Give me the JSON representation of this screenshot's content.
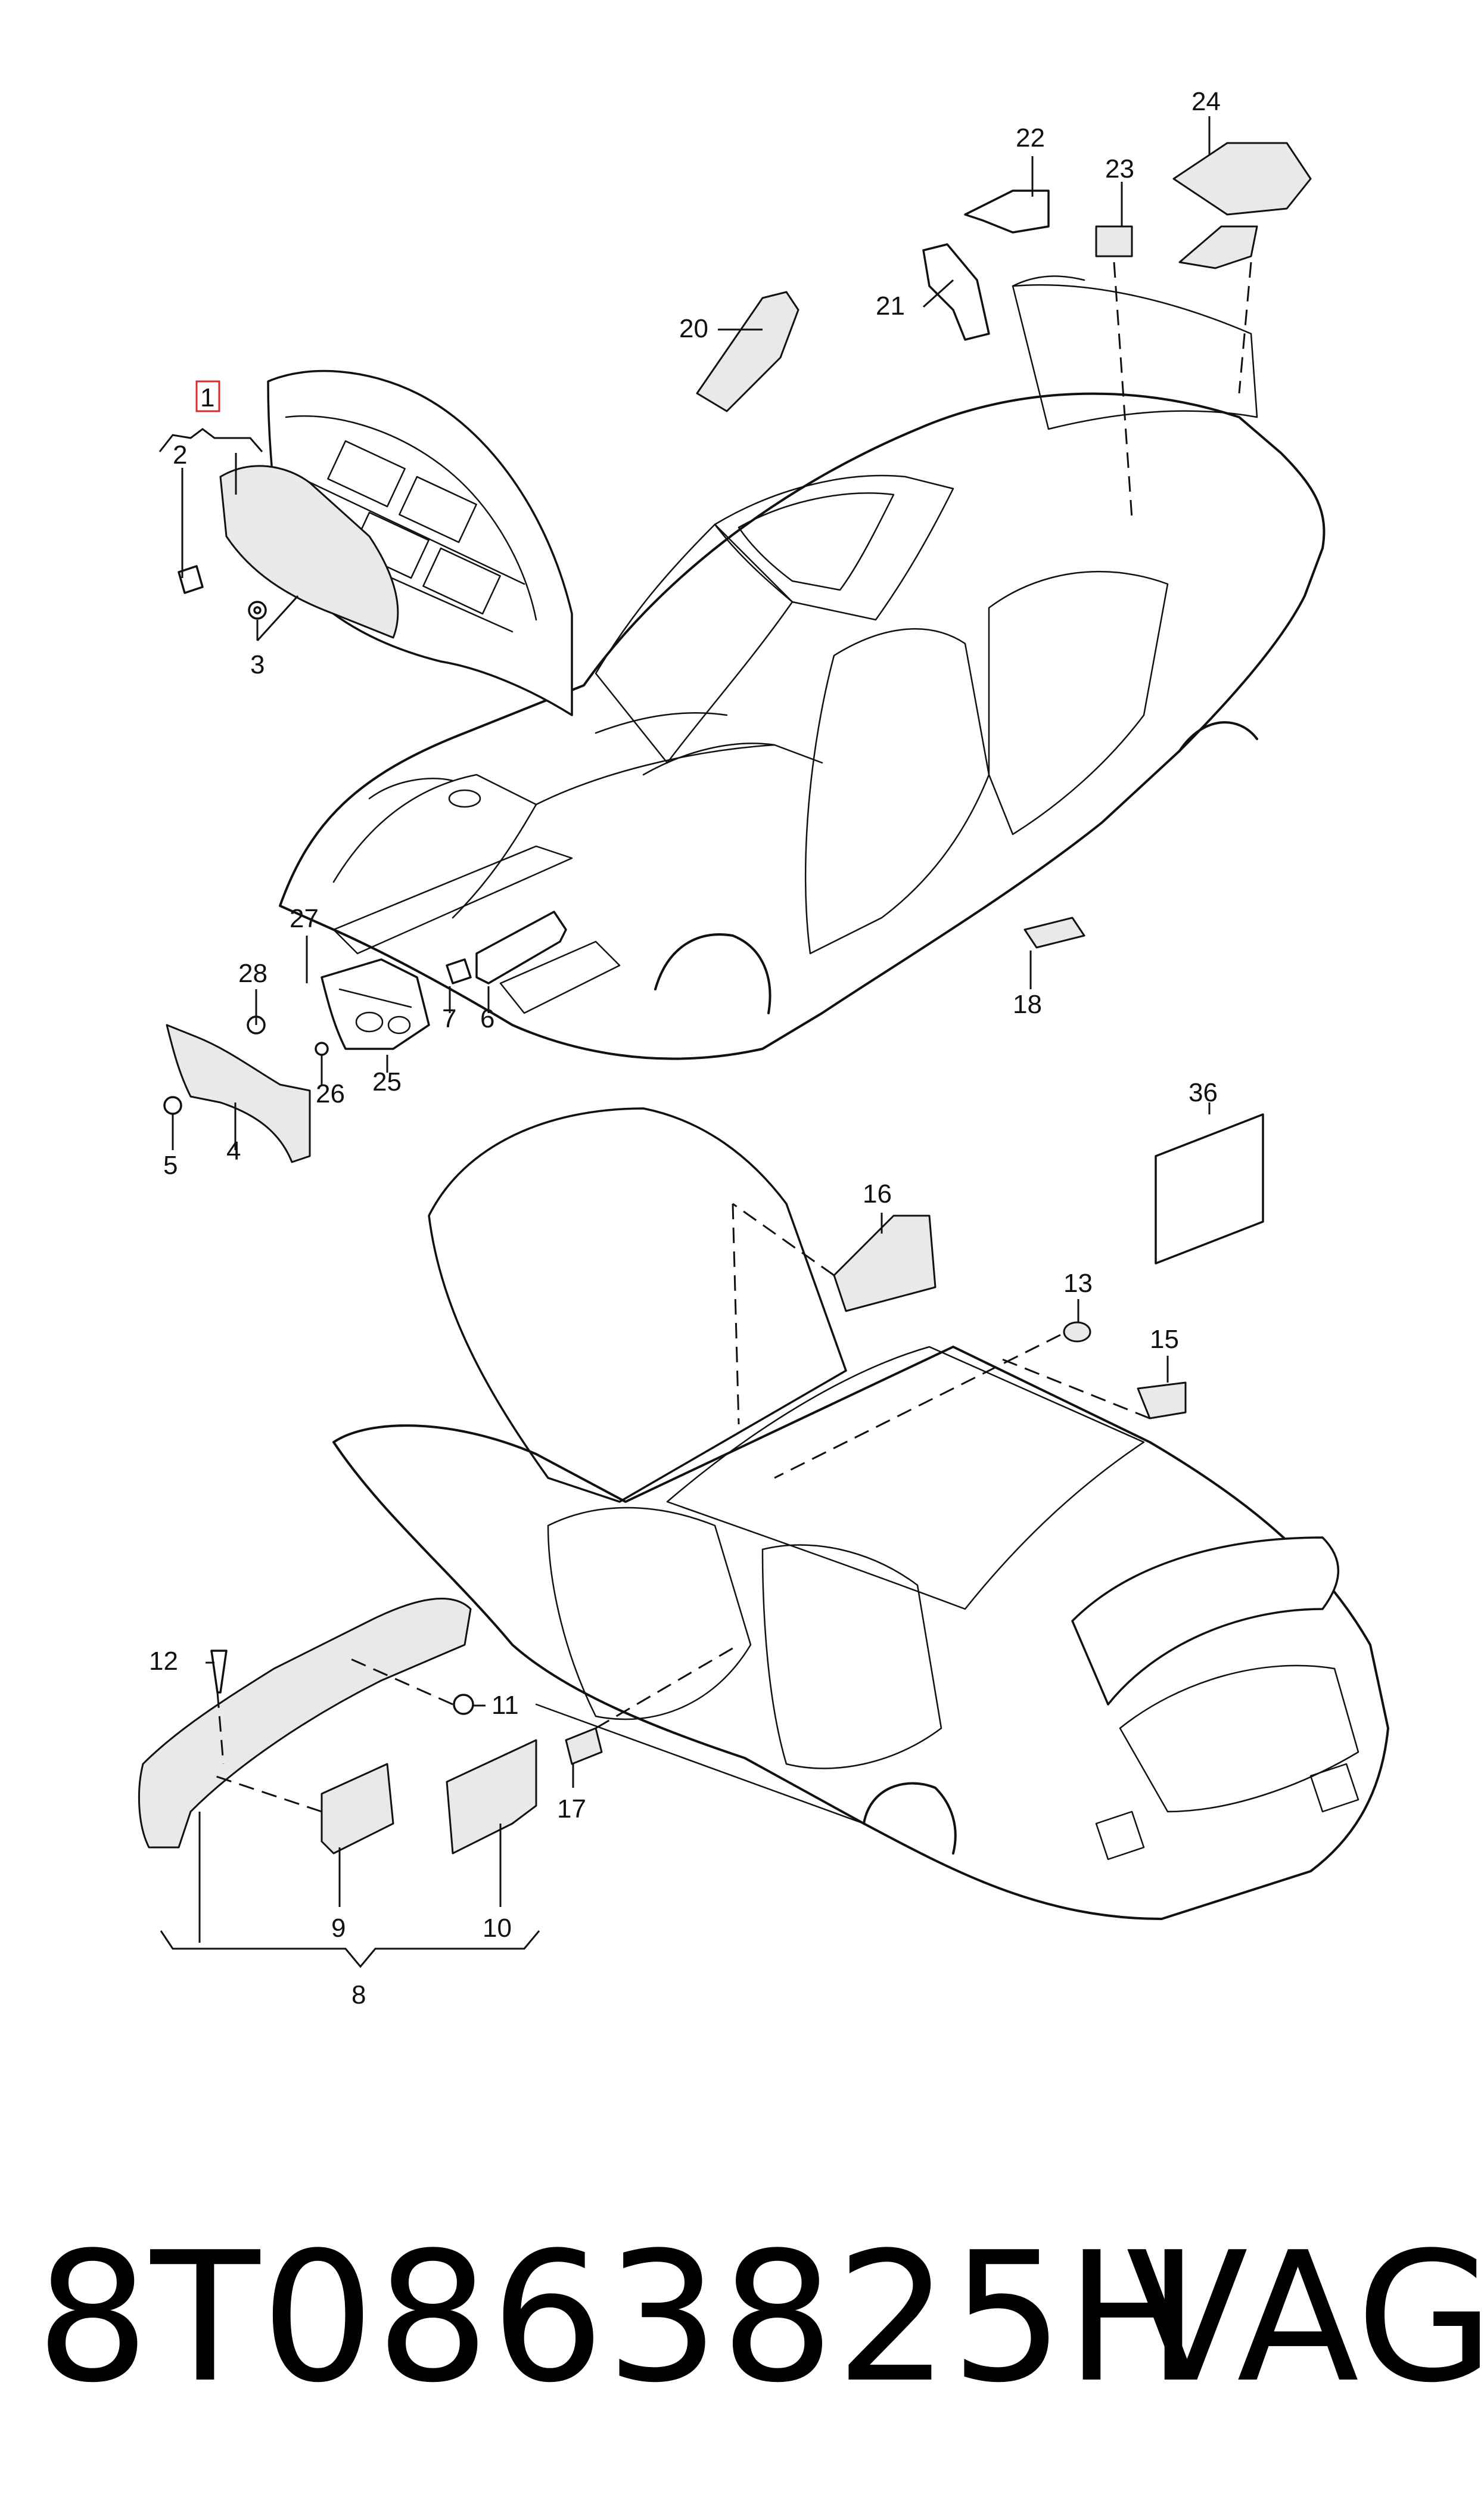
{
  "diagram": {
    "callouts": {
      "c1": "1",
      "c2": "2",
      "c3": "3",
      "c4": "4",
      "c5": "5",
      "c6": "6",
      "c7": "7",
      "c8": "8",
      "c9": "9",
      "c10": "10",
      "c11": "11",
      "c12": "12",
      "c13": "13",
      "c15": "15",
      "c16": "16",
      "c17": "17",
      "c18": "18",
      "c20": "20",
      "c21": "21",
      "c22": "22",
      "c23": "23",
      "c24": "24",
      "c25": "25",
      "c26": "26",
      "c27": "27",
      "c28": "28",
      "c36": "36"
    },
    "highlighted_callout": "1"
  },
  "caption": {
    "part_number": "8T0863825H",
    "brand": "VAG"
  }
}
